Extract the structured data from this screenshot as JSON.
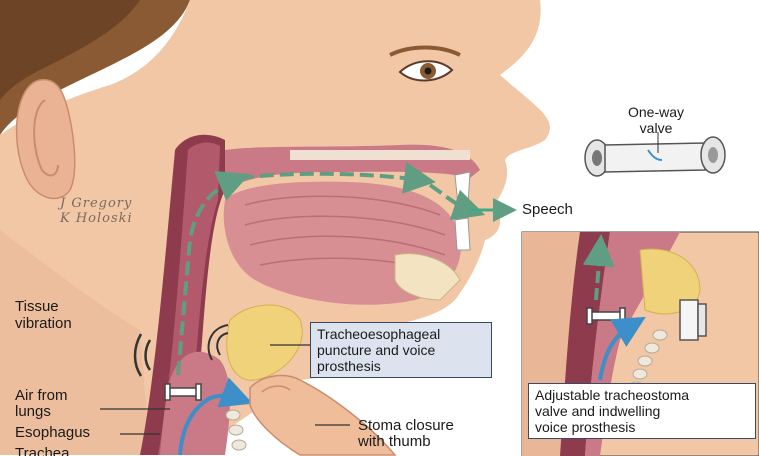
{
  "labels": {
    "one_way_valve": "One-way\nvalve",
    "speech": "Speech",
    "tissue_vibration": "Tissue\nvibration",
    "air_from_lungs": "Air from\nlungs",
    "esophagus": "Esophagus",
    "trachea": "Trachea",
    "te_puncture": "Tracheoesophageal\npuncture and voice\nprosthesis",
    "stoma_closure": "Stoma closure\nwith thumb",
    "adjustable_valve": "Adjustable tracheostoma\nvalve and indwelling\nvoice prosthesis"
  },
  "signature": "J Gregory\nK Holoski",
  "colors": {
    "skin": "#f2c7a6",
    "skin_shadow": "#e3a987",
    "hair": "#8a5a35",
    "mucosa": "#c97a86",
    "airway_dark": "#8e3b4e",
    "fat": "#f0d27a",
    "airflow_green": "#5f9e82",
    "airflow_blue": "#3d8fc9",
    "callout_bg": "#dde3ee",
    "callout_border": "#3a4a66"
  }
}
